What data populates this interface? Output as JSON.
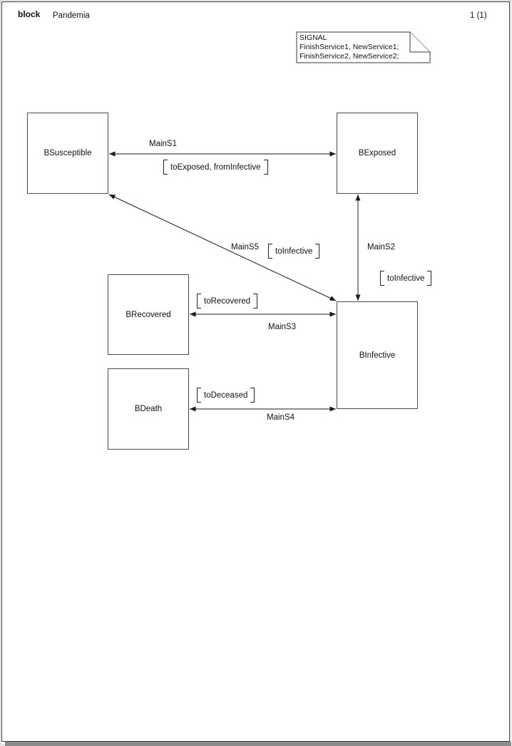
{
  "header": {
    "kind_label": "block",
    "title": "Pandemia",
    "page_number": "1 (1)"
  },
  "signal_note": {
    "lines": [
      "SIGNAL",
      "FinishService1, NewService1;",
      "FinishService2, NewService2;"
    ]
  },
  "blocks": [
    {
      "label": "BSusceptible"
    },
    {
      "label": "BExposed"
    },
    {
      "label": "BRecovered"
    },
    {
      "label": "BDeath"
    },
    {
      "label": "BInfective"
    }
  ],
  "channels": [
    {
      "name": "MainS1",
      "signals": "toExposed, fromInfective"
    },
    {
      "name": "MainS2",
      "signals": "toInfective"
    },
    {
      "name": "MainS3",
      "signals": "toRecovered"
    },
    {
      "name": "MainS4",
      "signals": "toDeceased"
    },
    {
      "name": "MainS5",
      "signals": "toInfective"
    }
  ],
  "colors": {
    "line": "#1a1a1a",
    "block_border": "#4a4a4a",
    "frame_border": "#3a3a3a",
    "shadow": "#8c8c8c",
    "background": "#ffffff"
  }
}
